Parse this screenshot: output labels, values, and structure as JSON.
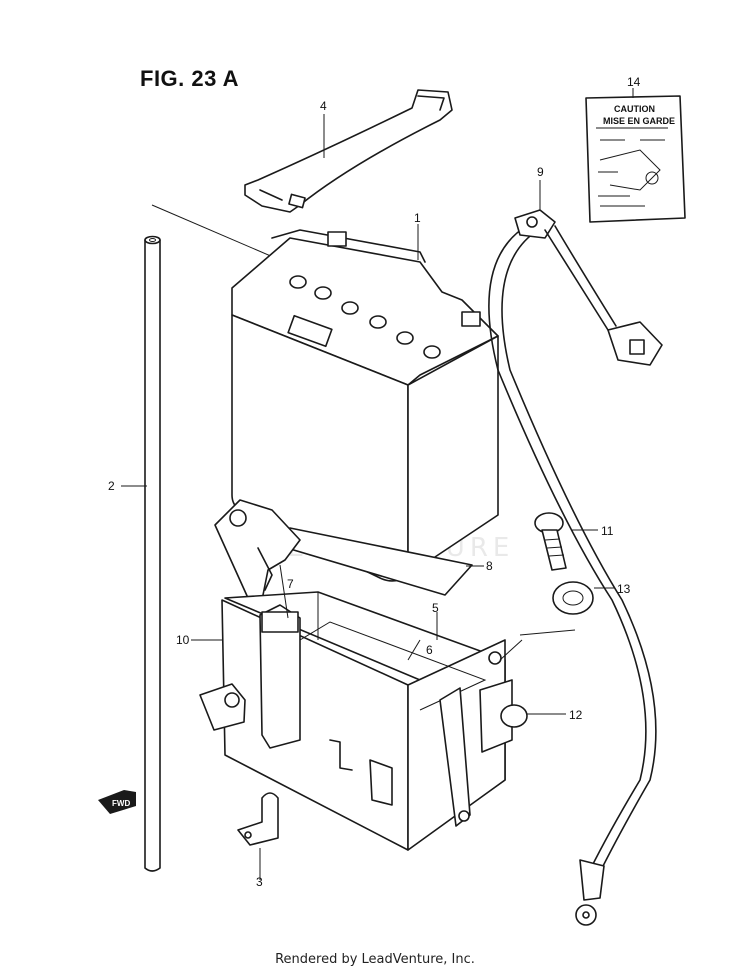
{
  "figure": {
    "title": "FIG. 23 A"
  },
  "footer": {
    "text": "Rendered by LeadVenture, Inc."
  },
  "watermark": {
    "text": "LEADVENTURE"
  },
  "caution_label": {
    "line1": "CAUTION",
    "line2": "MISE EN GARDE"
  },
  "fwd_marker": {
    "text": "FWD"
  },
  "callouts": {
    "c1": "1",
    "c2": "2",
    "c3": "3",
    "c4": "4",
    "c5": "5",
    "c6": "6",
    "c7": "7",
    "c8": "8",
    "c9": "9",
    "c10": "10",
    "c11": "11",
    "c12": "12",
    "c13": "13",
    "c14": "14"
  },
  "colors": {
    "line": "#1a1a1a",
    "background": "#ffffff",
    "watermark": "#e9e9e9"
  }
}
